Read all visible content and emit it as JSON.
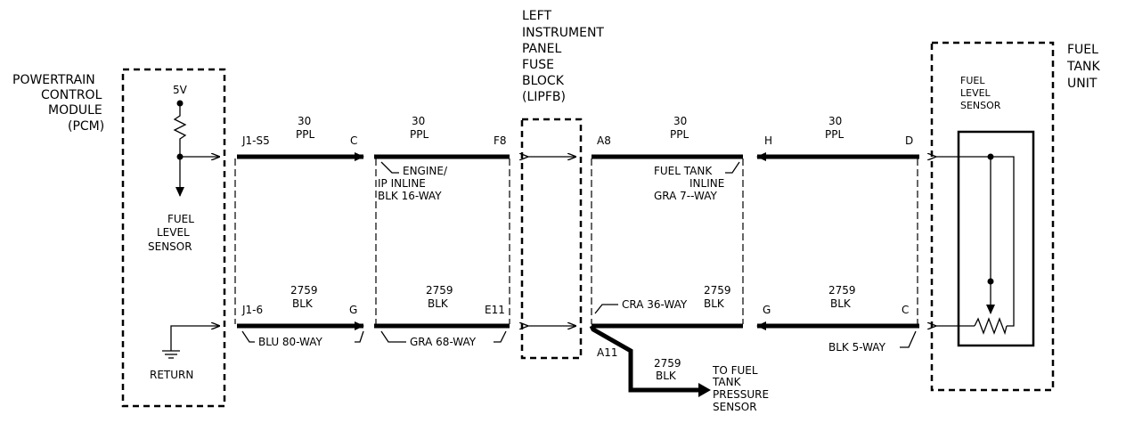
{
  "components": {
    "pcm": {
      "lines": [
        "POWERTRAIN",
        "CONTROL",
        "MODULE",
        "(PCM)"
      ]
    },
    "lipfb": {
      "lines": [
        "LEFT",
        "INSTRUMENT",
        "PANEL",
        "FUSE",
        "BLOCK",
        "(LIPFB)"
      ]
    },
    "fuel_tank_unit": {
      "lines": [
        "FUEL",
        "TANK",
        "UNIT"
      ]
    },
    "fuel_level_sensor_tank": {
      "lines": [
        "FUEL",
        "LEVEL",
        "SENSOR"
      ]
    }
  },
  "pcm_internal": {
    "voltage": "5V",
    "fuel_level_sensor": [
      "FUEL",
      "LEVEL",
      "SENSOR"
    ],
    "return": "RETURN"
  },
  "connectors": {
    "engine_ip": [
      "ENGINE/",
      "IP INLINE",
      "BLK 16-WAY"
    ],
    "fuel_tank_inline": [
      "FUEL TANK",
      "INLINE",
      "GRA 7--WAY"
    ],
    "blu80": "BLU 80-WAY",
    "gra68": "GRA 68-WAY",
    "gra36": "CRA 36-WAY",
    "blk5": "BLK 5-WAY"
  },
  "pins": {
    "j1_s5": "J1-S5",
    "c_top": "C",
    "f8": "F8",
    "a8": "A8",
    "h": "H",
    "d": "D",
    "j1_6": "J1-6",
    "g_bottom": "G",
    "e11": "E11",
    "g2_bottom": "G",
    "c_bottom": "C",
    "a11": "A11"
  },
  "wires": {
    "top": [
      {
        "gauge": "30",
        "color": "PPL"
      },
      {
        "gauge": "30",
        "color": "PPL"
      },
      {
        "gauge": "30",
        "color": "PPL"
      },
      {
        "gauge": "30",
        "color": "PPL"
      }
    ],
    "bottom": [
      {
        "gauge": "2759",
        "color": "BLK"
      },
      {
        "gauge": "2759",
        "color": "BLK"
      },
      {
        "gauge": "2759",
        "color": "BLK"
      },
      {
        "gauge": "2759",
        "color": "BLK"
      }
    ],
    "branch": {
      "gauge": "2759",
      "color": "BLK"
    }
  },
  "branch_dest": [
    "TO FUEL",
    "TANK",
    "PRESSURE",
    "SENSOR"
  ]
}
